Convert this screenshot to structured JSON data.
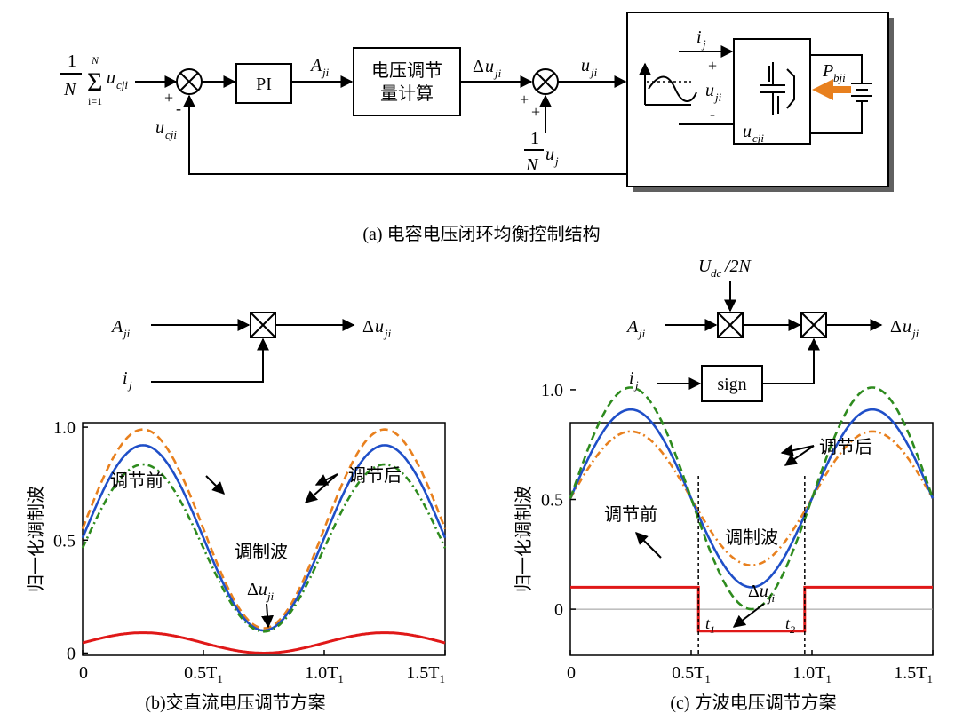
{
  "panel_a": {
    "caption": "(a) 电容电压闭环均衡控制结构",
    "sum_input": {
      "frac_num": "1",
      "frac_den": "N",
      "sum_top": "N",
      "sum_bottom": "i=1",
      "var": "u",
      "var_sub": "cji"
    },
    "sign_plus": "+",
    "sign_minus": "-",
    "feedback": {
      "var": "u",
      "sub": "cji"
    },
    "pi_label": "PI",
    "a_ji": {
      "var": "A",
      "sub": "ji"
    },
    "calc_block": [
      "电压调节",
      "量计算"
    ],
    "delta_u": {
      "prefix": "Δ",
      "var": "u",
      "sub": "ji"
    },
    "u_ji": {
      "var": "u",
      "sub": "ji"
    },
    "feedforward": {
      "num": "1",
      "den": "N",
      "var": "u",
      "sub": "j"
    },
    "module": {
      "i_j": {
        "var": "i",
        "sub": "j"
      },
      "u_ji": {
        "var": "u",
        "sub": "ji"
      },
      "u_cji": {
        "var": "u",
        "sub": "cji"
      },
      "p_bji": {
        "var": "P",
        "sub": "bji"
      },
      "plus": "+",
      "minus": "-"
    }
  },
  "panel_b": {
    "a_ji": {
      "var": "A",
      "sub": "ji"
    },
    "i_j": {
      "var": "i",
      "sub": "j"
    },
    "out": {
      "prefix": "Δ",
      "var": "u",
      "sub": "ji"
    },
    "caption": "(b)交直流电压调节方案"
  },
  "panel_c": {
    "udc": {
      "var": "U",
      "sub": "dc",
      "rest": "/2N"
    },
    "a_ji": {
      "var": "A",
      "sub": "ji"
    },
    "i_j": {
      "var": "i",
      "sub": "j"
    },
    "sign_label": "sign",
    "out": {
      "prefix": "Δ",
      "var": "u",
      "sub": "ji"
    },
    "caption": "(c) 方波电压调节方案"
  },
  "chart_data": [
    {
      "type": "line",
      "title": "",
      "ylabel": "归一化调制波",
      "xlabel": "",
      "x_ticks": [
        "0",
        "0.5T1",
        "1.0T1",
        "1.5T1"
      ],
      "y_ticks": [
        "0",
        "0.5",
        "1.0"
      ],
      "xlim": [
        0,
        1.5
      ],
      "ylim": [
        -0.01,
        1.02
      ],
      "period": 1.0,
      "series": [
        {
          "key": "before",
          "color": "#e8801e",
          "dash": "dashed",
          "offset": 0.55,
          "amplitude": 0.44
        },
        {
          "key": "mid",
          "color": "#1f4fc8",
          "dash": "solid",
          "offset": 0.51,
          "amplitude": 0.41
        },
        {
          "key": "after",
          "color": "#2e8b1e",
          "dash": "dashdot",
          "offset": 0.465,
          "amplitude": 0.37
        },
        {
          "key": "delta",
          "color": "#e01818",
          "dash": "solid",
          "offset": 0.045,
          "amplitude": 0.045
        }
      ],
      "annotations": {
        "before": "调节前",
        "after": "调节后",
        "wave": "调制波",
        "delta": "Δu_ji"
      }
    },
    {
      "type": "line",
      "title": "",
      "ylabel": "归一化调制波",
      "xlabel": "",
      "x_ticks": [
        "0",
        "0.5T1",
        "1.0T1",
        "1.5T1"
      ],
      "y_ticks": [
        "0",
        "0.5",
        "1.0"
      ],
      "xlim": [
        0,
        1.5
      ],
      "ylim": [
        -0.21,
        0.85
      ],
      "period": 1.0,
      "series": [
        {
          "key": "before",
          "color": "#e8801e",
          "dash": "dashdot",
          "offset": 0.505,
          "amplitude": 0.305
        },
        {
          "key": "mid",
          "color": "#1f4fc8",
          "dash": "solid",
          "offset": 0.505,
          "amplitude": 0.405
        },
        {
          "key": "after",
          "color": "#2e8b1e",
          "dash": "dashed",
          "offset": 0.505,
          "amplitude": 0.505
        },
        {
          "key": "delta_sq",
          "color": "#e01818",
          "dash": "solid",
          "high": 0.1,
          "low": -0.1,
          "t1": 0.53,
          "t2": 0.97
        }
      ],
      "annotations": {
        "before": "调节前",
        "after": "调节后",
        "wave": "调制波",
        "delta": "Δu_ji",
        "t1": "t1",
        "t2": "t2"
      }
    }
  ]
}
